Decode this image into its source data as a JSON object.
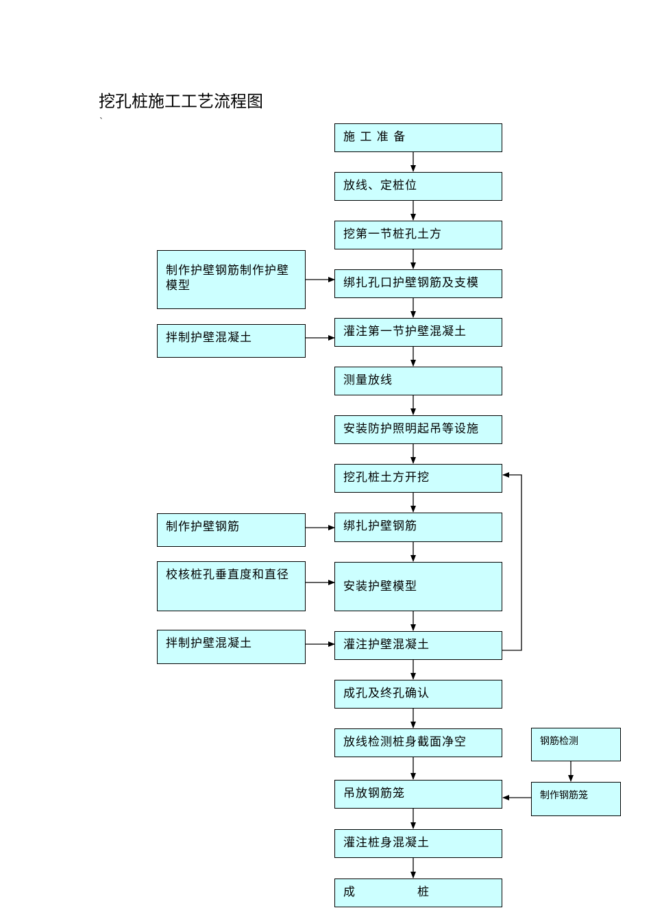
{
  "title": "挖孔桩施工工艺流程图",
  "stray_mark": "`",
  "main_steps": [
    "施 工 准 备",
    "放线、定桩位",
    "挖第一节桩孔土方",
    "绑扎孔口护壁钢筋及支模",
    "灌注第一节护壁混凝土",
    "测量放线",
    "安装防护照明起吊等设施",
    "挖孔桩土方开挖",
    "绑扎护壁钢筋",
    "安装护壁模型",
    "灌注护壁混凝土",
    "成孔及终孔确认",
    "放线检测桩身截面净空",
    "吊放钢筋笼",
    "灌注桩身混凝土",
    "成　　　　　桩"
  ],
  "side_steps": [
    "制作护壁钢筋制作护壁模型",
    "拌制护壁混凝土",
    "制作护壁钢筋",
    "校核桩孔垂直度和直径",
    "拌制护壁混凝土"
  ],
  "right_steps": [
    "钢筋检测",
    "制作钢筋笼"
  ]
}
